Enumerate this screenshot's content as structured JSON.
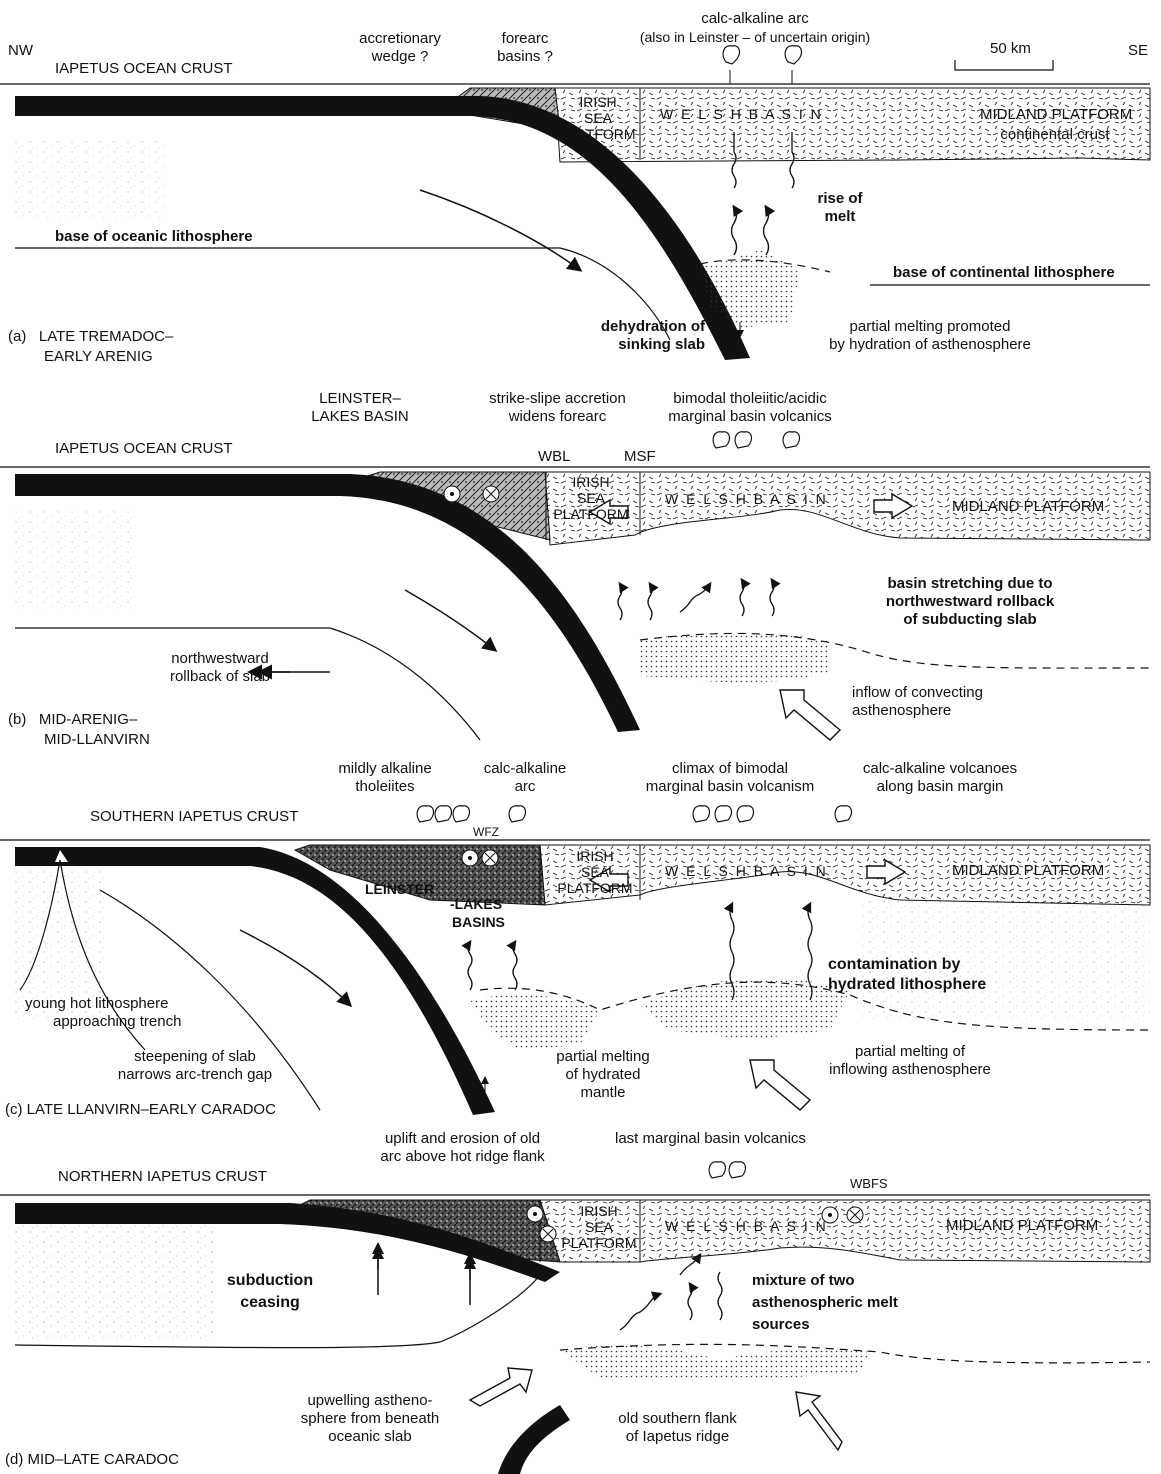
{
  "orientation": {
    "left": "NW",
    "right": "SE"
  },
  "scale_bar": "50 km",
  "panels": {
    "a": {
      "caption_letter": "(a)",
      "caption_line1": "LATE TREMADOC–",
      "caption_line2": "EARLY ARENIG",
      "ocean_crust": "IAPETUS OCEAN CRUST",
      "accretionary_line1": "accretionary",
      "accretionary_line2": "wedge ?",
      "forearc_line1": "forearc",
      "forearc_line2": "basins ?",
      "arc_line1": "calc-alkaline arc",
      "arc_line2": "(also in Leinster – of uncertain origin)",
      "isp_line1": "IRISH",
      "isp_line2": "SEA",
      "isp_line3": "PLATFORM",
      "welsh_basin": "W E L S H   B A S I N",
      "midland_line1": "MIDLAND PLATFORM",
      "midland_line2": "continental crust",
      "rise_line1": "rise of",
      "rise_line2": "melt",
      "base_oceanic": "base of oceanic lithosphere",
      "base_continental": "base of continental lithosphere",
      "dehydration_line1": "dehydration of",
      "dehydration_line2": "sinking slab",
      "partial_line1": "partial melting promoted",
      "partial_line2": "by hydration of asthenosphere"
    },
    "b": {
      "caption_letter": "(b)",
      "caption_line1": "MID-ARENIG–",
      "caption_line2": "MID-LLANVIRN",
      "ocean_crust": "IAPETUS OCEAN CRUST",
      "leinster_line1": "LEINSTER–",
      "leinster_line2": "LAKES BASIN",
      "strike_line1": "strike-slipe accretion",
      "strike_line2": "widens forearc",
      "bimodal_line1": "bimodal tholeiitic/acidic",
      "bimodal_line2": "marginal basin volcanics",
      "wbl": "WBL",
      "msf": "MSF",
      "isp_line1": "IRISH",
      "isp_line2": "SEA",
      "isp_line3": "PLATFORM",
      "welsh_basin": "W E L S H   B A S I N",
      "midland": "MIDLAND PLATFORM",
      "stretch_line1": "basin stretching due to",
      "stretch_line2": "northwestward rollback",
      "stretch_line3": "of subducting slab",
      "rollback_line1": "northwestward",
      "rollback_line2": "rollback of slab",
      "inflow_line1": "inflow of convecting",
      "inflow_line2": "asthenosphere"
    },
    "c": {
      "caption": "(c) LATE LLANVIRN–EARLY CARADOC",
      "southern_crust": "SOUTHERN IAPETUS CRUST",
      "mild_line1": "mildly alkaline",
      "mild_line2": "tholeiites",
      "calc_line1": "calc-alkaline",
      "calc_line2": "arc",
      "climax_line1": "climax of bimodal",
      "climax_line2": "marginal basin volcanism",
      "volcanoes_line1": "calc-alkaline volcanoes",
      "volcanoes_line2": "along basin margin",
      "wfz": "WFZ",
      "isp_line1": "IRISH",
      "isp_line2": "SEA",
      "isp_line3": "PLATFORM",
      "welsh_basin": "W E L S H   B A S I N",
      "midland": "MIDLAND PLATFORM",
      "leinster": "LEINSTER",
      "lakes": "-LAKES",
      "basins": "BASINS",
      "contam_line1": "contamination by",
      "contam_line2": "hydrated lithosphere",
      "young_line1": "young hot lithosphere",
      "young_line2": "approaching trench",
      "steep_line1": "steepening of slab",
      "steep_line2": "narrows arc-trench gap",
      "pm_hyd_line1": "partial melting",
      "pm_hyd_line2": "of hydrated",
      "pm_hyd_line3": "mantle",
      "pm_inflow_line1": "partial melting of",
      "pm_inflow_line2": "inflowing asthenosphere"
    },
    "d": {
      "caption": "(d) MID–LATE CARADOC",
      "northern_crust": "NORTHERN IAPETUS CRUST",
      "uplift_line1": "uplift and erosion of old",
      "uplift_line2": "arc above hot ridge flank",
      "last_volc": "last marginal basin volcanics",
      "wbfs": "WBFS",
      "isp_line1": "IRISH",
      "isp_line2": "SEA",
      "isp_line3": "PLATFORM",
      "welsh_basin": "W E L S H   B A S I N",
      "midland": "MIDLAND PLATFORM",
      "subduction_line1": "subduction",
      "subduction_line2": "ceasing",
      "mixture_line1": "mixture of two",
      "mixture_line2": "asthenospheric melt",
      "mixture_line3": "sources",
      "upwelling_line1": "upwelling astheno-",
      "upwelling_line2": "sphere from beneath",
      "upwelling_line3": "oceanic slab",
      "old_flank_line1": "old southern flank",
      "old_flank_line2": "of Iapetus ridge"
    }
  }
}
